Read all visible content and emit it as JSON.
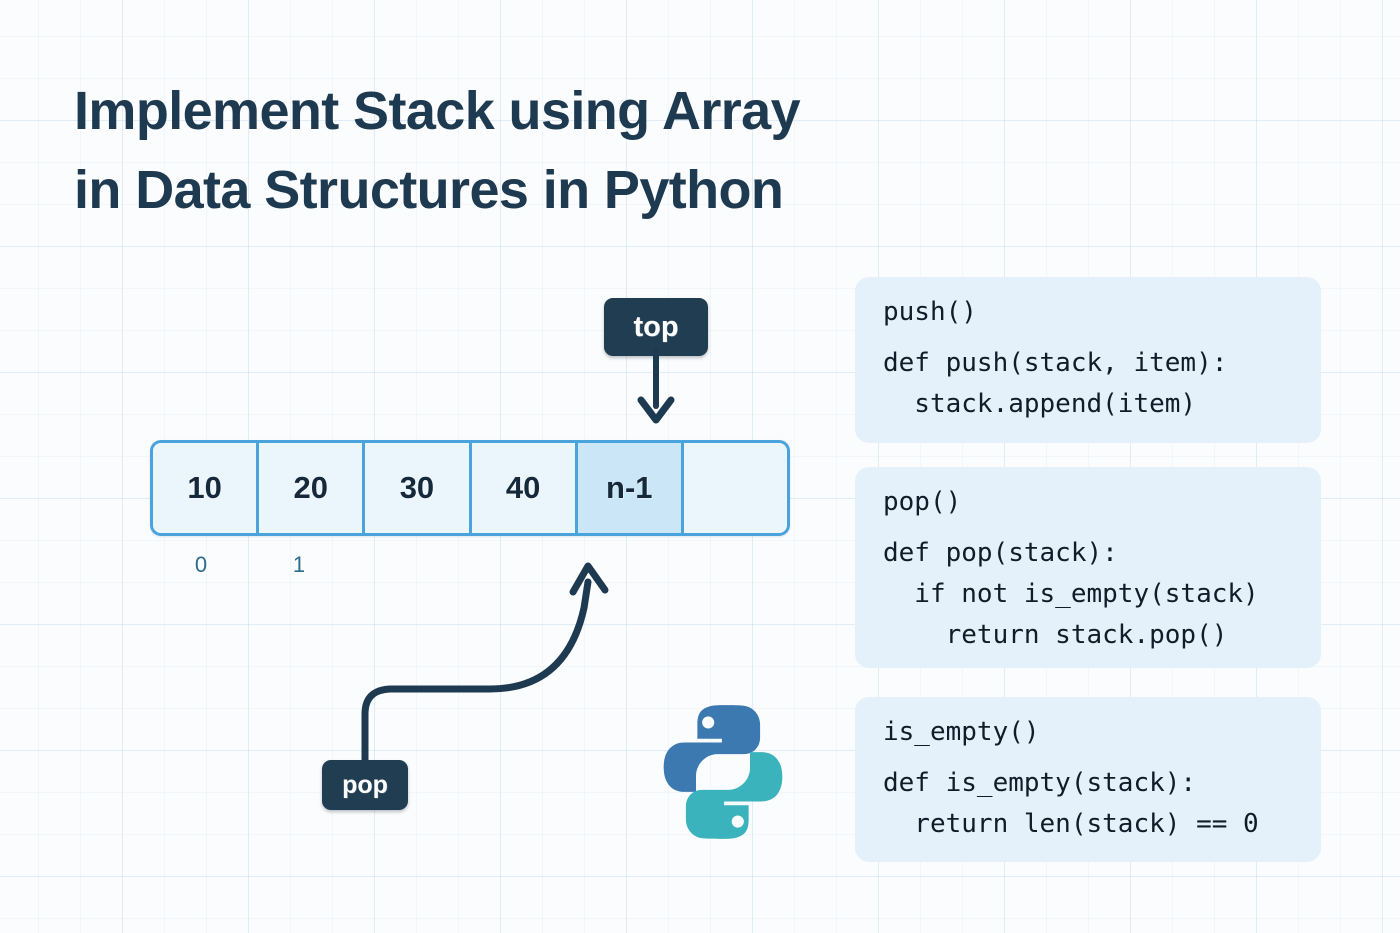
{
  "title": {
    "line1": "Implement Stack using Array",
    "line2": "in Data Structures in Python"
  },
  "colors": {
    "background": "#fbfcfd",
    "grid_line": "#c4daec",
    "title_text": "#1e3a50",
    "badge_bg": "#213d52",
    "badge_text": "#ffffff",
    "array_border": "#4ba3db",
    "array_cell_bg": "#eaf5fc",
    "array_cell_highlight_bg": "#cbe6f7",
    "array_value_text": "#16293a",
    "index_label_text": "#2c6c8c",
    "card_bg": "#e4f0fa",
    "code_text": "#101c28",
    "python_blue": "#3c79b0",
    "python_teal": "#3bb3bd",
    "arrow_stroke": "#1e3a50"
  },
  "diagram": {
    "top_pointer_label": "top",
    "pop_pointer_label": "pop",
    "array_cells": [
      {
        "value": "10",
        "highlight": false
      },
      {
        "value": "20",
        "highlight": false
      },
      {
        "value": "30",
        "highlight": false
      },
      {
        "value": "40",
        "highlight": false
      },
      {
        "value": "n-1",
        "highlight": true
      },
      {
        "value": "",
        "highlight": false
      }
    ],
    "index_labels": [
      "0",
      "1"
    ],
    "python_logo_alt": "python-logo"
  },
  "code_cards": [
    {
      "name": "push()",
      "lines": [
        "def push(stack, item):",
        "  stack.append(item)"
      ]
    },
    {
      "name": "pop()",
      "lines": [
        "def pop(stack):",
        "  if not is_empty(stack)",
        "    return stack.pop()"
      ]
    },
    {
      "name": "is_empty()",
      "lines": [
        "def is_empty(stack):",
        "  return len(stack) == 0"
      ]
    }
  ]
}
